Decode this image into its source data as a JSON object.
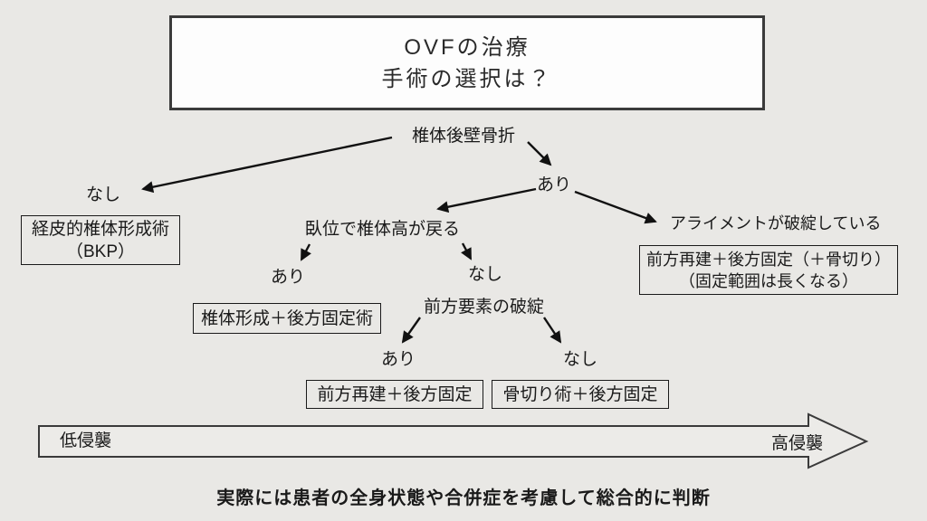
{
  "title": {
    "line1": "OVFの治療",
    "line2": "手術の選択は？"
  },
  "flowchart": {
    "root": "椎体後壁骨折",
    "root_no": "なし",
    "root_yes": "あり",
    "bkp_box": {
      "line1": "経皮的椎体形成術",
      "line2": "（BKP）"
    },
    "supine": "臥位で椎体高が戻る",
    "supine_yes": "あり",
    "supine_no": "なし",
    "vertebroplasty_box": "椎体形成＋後方固定術",
    "anterior": "前方要素の破綻",
    "anterior_yes": "あり",
    "anterior_no": "なし",
    "anterior_recon_box": "前方再建＋後方固定",
    "osteotomy_box": "骨切り術＋後方固定",
    "alignment": "アライメントが破綻している",
    "alignment_box": {
      "line1": "前方再建＋後方固定（＋骨切り）",
      "line2": "（固定範囲は長くなる）"
    }
  },
  "invasiveness": {
    "low": "低侵襲",
    "high": "高侵襲"
  },
  "footer": "実際には患者の全身状態や合併症を考慮して総合的に判断",
  "colors": {
    "background": "#e9e8e5",
    "title_box_fill": "#fdfdfd",
    "line": "#111111",
    "border": "#3b3b3b"
  }
}
